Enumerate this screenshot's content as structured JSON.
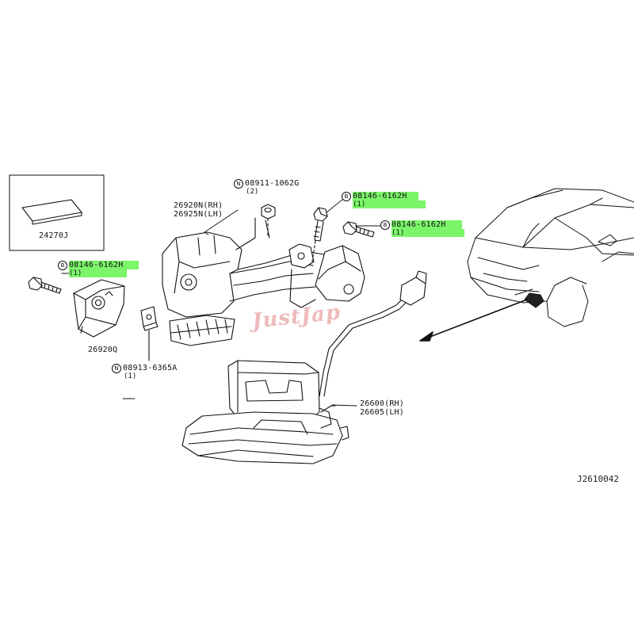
{
  "diagram": {
    "diagram_code": "J2610042",
    "watermark": "JustJap",
    "callouts": [
      {
        "id": "sticker",
        "part": "24270J",
        "qty": ""
      },
      {
        "id": "bolt-left",
        "symbol": "B",
        "part": "08146-6162H",
        "qty": "(1)",
        "highlight": "#7cf56a"
      },
      {
        "id": "nut-top",
        "symbol": "N",
        "part": "08911-1062G",
        "qty": "(2)"
      },
      {
        "id": "bracket-rh",
        "part": "26920N(RH)",
        "qty": ""
      },
      {
        "id": "bracket-lh",
        "part": "26925N(LH)",
        "qty": ""
      },
      {
        "id": "bolt-top",
        "symbol": "B",
        "part": "08146-6162H",
        "qty": "(1)",
        "highlight": "#7cf56a"
      },
      {
        "id": "bolt-right",
        "symbol": "B",
        "part": "08146-6162H",
        "qty": "(1)",
        "highlight": "#7cf56a"
      },
      {
        "id": "cover",
        "part": "26920Q",
        "qty": ""
      },
      {
        "id": "clip",
        "symbol": "N",
        "part": "08913-6365A",
        "qty": "(1)"
      },
      {
        "id": "lamp-rh",
        "part": "26600(RH)",
        "qty": ""
      },
      {
        "id": "lamp-lh",
        "part": "26605(LH)",
        "qty": ""
      }
    ]
  }
}
